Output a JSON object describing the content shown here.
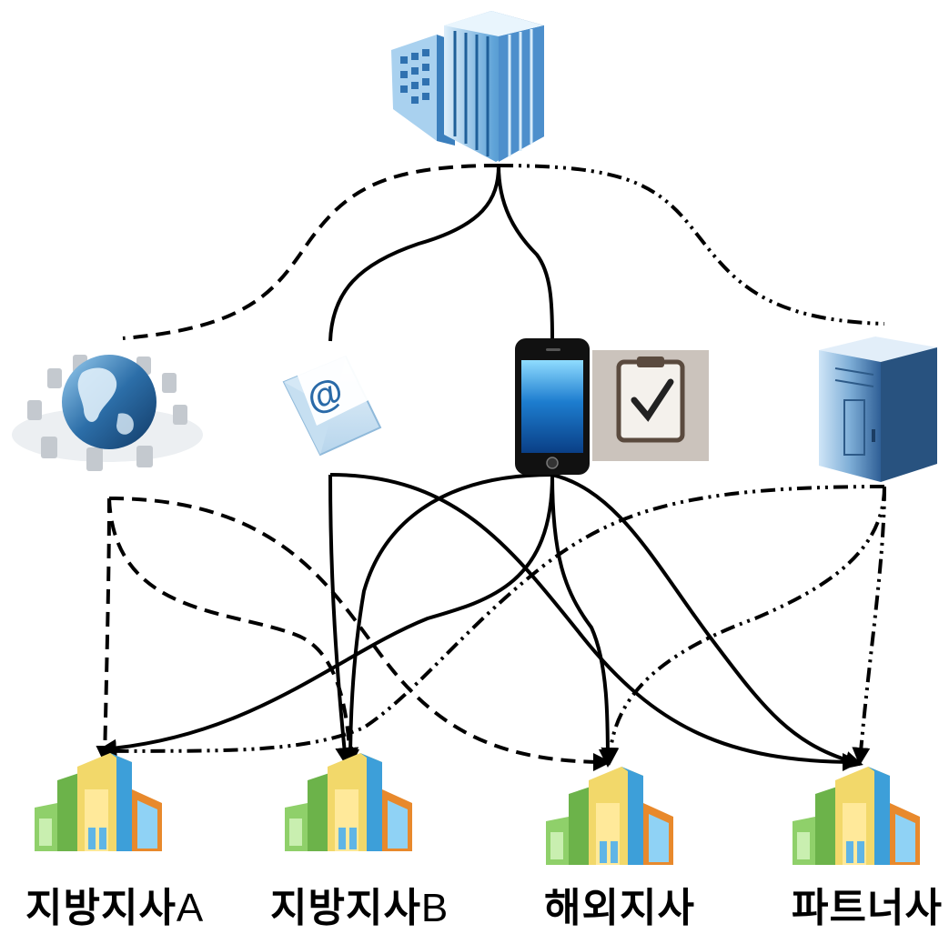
{
  "diagram": {
    "nodes": {
      "hq": {
        "icon": "hq-building-icon"
      },
      "videoconf": {
        "icon": "globe-conference-icon"
      },
      "email": {
        "icon": "email-envelope-icon"
      },
      "mobile": {
        "icon": "smartphone-icon"
      },
      "approval": {
        "icon": "checklist-approval-icon"
      },
      "server": {
        "icon": "server-icon"
      }
    },
    "branches": [
      {
        "id": "branch-a",
        "icon": "branch-building-icon",
        "label": "지방지사",
        "suffix": "A"
      },
      {
        "id": "branch-b",
        "icon": "branch-building-icon",
        "label": "지방지사",
        "suffix": "B"
      },
      {
        "id": "overseas",
        "icon": "branch-building-icon",
        "label": "해외지사",
        "suffix": ""
      },
      {
        "id": "partner",
        "icon": "branch-building-icon",
        "label": "파트너사",
        "suffix": ""
      }
    ],
    "line_styles": {
      "videoconf": "dashed",
      "email": "solid",
      "mobile": "solid",
      "server": "dash-dot"
    },
    "colors": {
      "connector": "#000000",
      "hq_blue": "#3f86c4",
      "branch_yellow": "#f2d86a",
      "branch_blue": "#3d9fd9",
      "branch_orange": "#e8892c",
      "branch_green": "#6cb34a",
      "approval_bg": "#c9c0b8"
    }
  }
}
